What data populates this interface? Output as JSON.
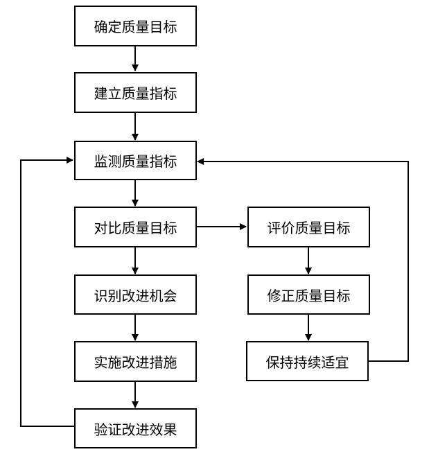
{
  "diagram": {
    "type": "flowchart",
    "nodes": [
      {
        "id": "n1",
        "label": "确定质量目标"
      },
      {
        "id": "n2",
        "label": "建立质量指标"
      },
      {
        "id": "n3",
        "label": "监测质量指标"
      },
      {
        "id": "n4",
        "label": "对比质量目标"
      },
      {
        "id": "n5",
        "label": "识别改进机会"
      },
      {
        "id": "n6",
        "label": "实施改进措施"
      },
      {
        "id": "n7",
        "label": "验证改进效果"
      },
      {
        "id": "n8",
        "label": "评价质量目标"
      },
      {
        "id": "n9",
        "label": "修正质量目标"
      },
      {
        "id": "n10",
        "label": "保持持续适宜"
      }
    ],
    "edges": [
      {
        "from": "n1",
        "to": "n2"
      },
      {
        "from": "n2",
        "to": "n3"
      },
      {
        "from": "n3",
        "to": "n4"
      },
      {
        "from": "n4",
        "to": "n5"
      },
      {
        "from": "n5",
        "to": "n6"
      },
      {
        "from": "n6",
        "to": "n7"
      },
      {
        "from": "n7",
        "to": "n3"
      },
      {
        "from": "n4",
        "to": "n8"
      },
      {
        "from": "n8",
        "to": "n9"
      },
      {
        "from": "n9",
        "to": "n10"
      },
      {
        "from": "n10",
        "to": "n3"
      }
    ]
  }
}
